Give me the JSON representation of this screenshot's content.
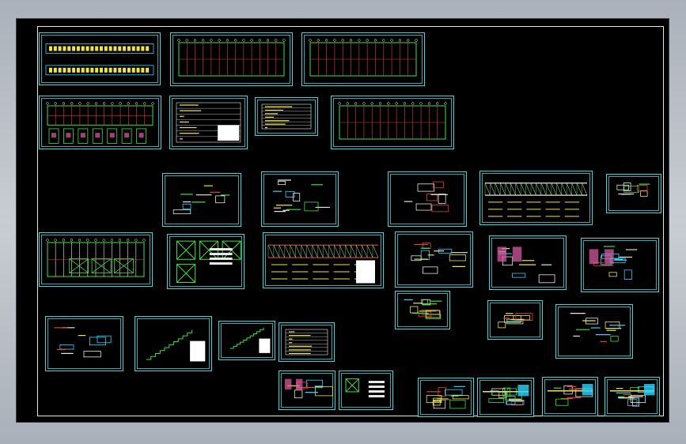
{
  "colors": {
    "background": "#000000",
    "frame": "#39d8df",
    "grid_red": "#e0443a",
    "line_green": "#3fe03a",
    "text_yellow": "#f1e44a",
    "hatch_white": "#e8e8e8",
    "accent_cyan": "#2fd4ff",
    "fill_pink": "#e060a8"
  },
  "sheets": [
    {
      "id": "s01",
      "kind": "elevation"
    },
    {
      "id": "s02",
      "kind": "plan"
    },
    {
      "id": "s03",
      "kind": "plan"
    },
    {
      "id": "s04",
      "kind": "plan-details"
    },
    {
      "id": "s05",
      "kind": "notes"
    },
    {
      "id": "s06",
      "kind": "table"
    },
    {
      "id": "s07",
      "kind": "plan"
    },
    {
      "id": "s08",
      "kind": "frame-detail"
    },
    {
      "id": "s09",
      "kind": "frame-detail"
    },
    {
      "id": "s10",
      "kind": "frame-detail"
    },
    {
      "id": "s11",
      "kind": "truss"
    },
    {
      "id": "s12",
      "kind": "sections"
    },
    {
      "id": "s13",
      "kind": "grid-plan"
    },
    {
      "id": "s14",
      "kind": "bracing"
    },
    {
      "id": "s15",
      "kind": "beam-layout"
    },
    {
      "id": "s16",
      "kind": "sections"
    },
    {
      "id": "s17",
      "kind": "detail-sheet"
    },
    {
      "id": "s18",
      "kind": "detail-sheet"
    },
    {
      "id": "s19",
      "kind": "sections"
    },
    {
      "id": "s20",
      "kind": "details"
    },
    {
      "id": "s21",
      "kind": "stair"
    },
    {
      "id": "s22",
      "kind": "stair"
    },
    {
      "id": "s23",
      "kind": "table"
    },
    {
      "id": "s24",
      "kind": "sections"
    },
    {
      "id": "s25",
      "kind": "sections"
    },
    {
      "id": "s26",
      "kind": "detail-sheet"
    },
    {
      "id": "s27",
      "kind": "bracing-detail"
    },
    {
      "id": "s28",
      "kind": "details"
    },
    {
      "id": "s29",
      "kind": "beam-detail"
    },
    {
      "id": "s30",
      "kind": "beam-detail"
    },
    {
      "id": "s31",
      "kind": "beam-detail"
    },
    {
      "id": "s32",
      "kind": "details"
    }
  ]
}
